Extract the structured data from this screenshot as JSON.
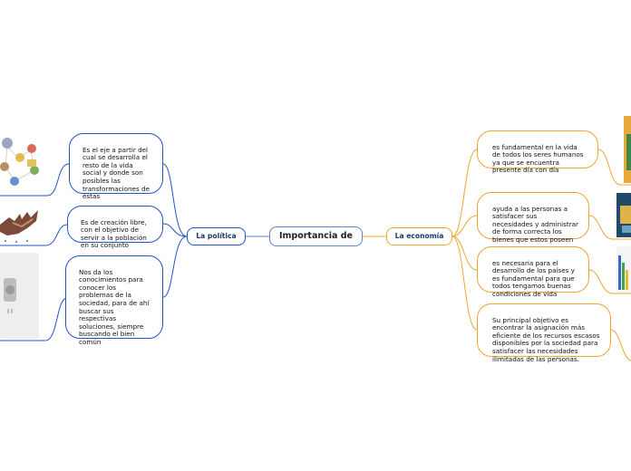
{
  "center": {
    "title": "Importancia de"
  },
  "left_branch": {
    "title": "La política",
    "color": "#1f55c8",
    "leaves": [
      "Es el eje a partir del\ncual se desarrolla el\nresto de la vida\nsocial y donde son\nposibles las\ntransformaciones de\néstas",
      "Es de creación libre,\ncon el objetivo de\nservir a la población\nen su conjunto",
      "Nos da los\nconocimientos para\nconocer los\nproblemas de la\nsociedad, para de ahí\nbuscar sus\nrespectivas\nsoluciones, siempre\nbuscando el bien\ncomún"
    ]
  },
  "right_branch": {
    "title": "La economía",
    "color": "#f2a52d",
    "leaves": [
      "es fundamental en la vida\nde todos los seres humanos\nya que se encuentra\npresente día con día",
      "ayuda a las personas a\nsatisfacer sus\nnecesidades y administrar\nde forma correcta los\nbienes que estos poseen",
      "es necesaria para el\ndesarrollo de los países y\nes fundamental para que\ntodos tengamos buenas\ncondiciones de vida",
      "Su principal objetivo es\nencontrar la asignación más\neficiente de los recursos escasos\ndisponibles por la sociedad para\nsatisfacer las necesidades\nilimitadas de las personas."
    ]
  },
  "images": {
    "left": [
      "people-network-image",
      "hands-image",
      "placeholder-image"
    ],
    "right": [
      "economy-image-1",
      "building-image",
      "bar-chart-image"
    ]
  },
  "colors": {
    "blue": "#1f55c8",
    "orange": "#f2a52d",
    "center_border": "#5b86c9"
  }
}
